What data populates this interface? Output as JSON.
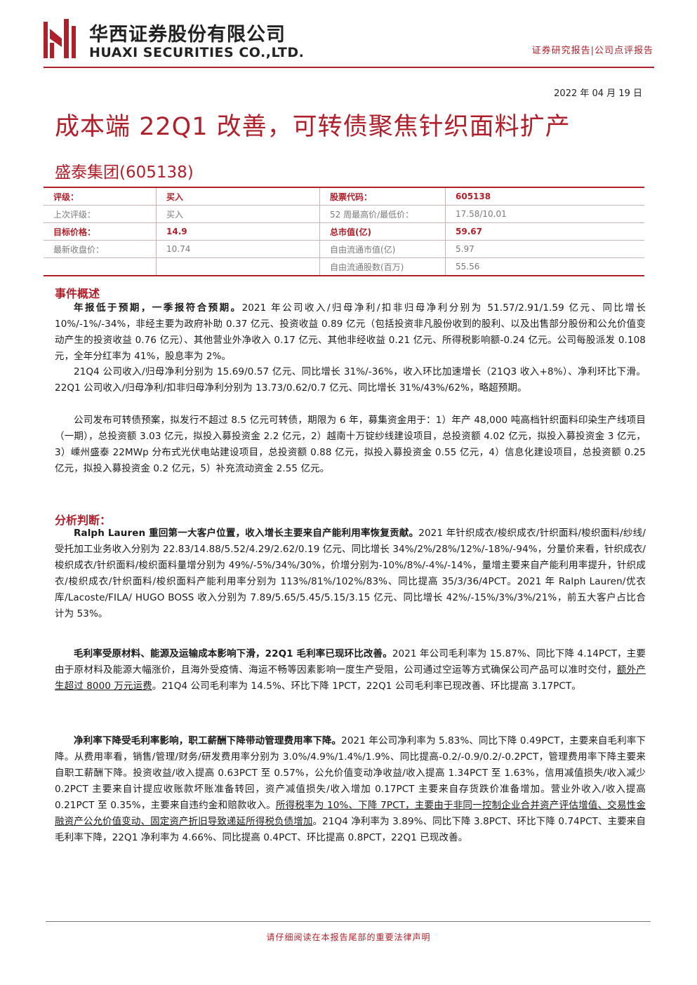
{
  "header": {
    "company_cn": "华西证券股份有限公司",
    "company_en": "HUAXI SECURITIES CO.,LTD.",
    "report_type": "证券研究报告|公司点评报告",
    "brand_color": "#b0202a",
    "logo_icon": "huaxi-logo-icon"
  },
  "report": {
    "date": "2022 年 04 月 19 日",
    "title": "成本端 22Q1 改善，可转债聚焦针织面料扩产",
    "stock_name": "盛泰集团(605138)"
  },
  "info_table": {
    "rows": [
      [
        "评级：",
        "买入",
        "股票代码：",
        "605138"
      ],
      [
        "上次评级：",
        "买入",
        "52 周最高价/最低价：",
        "17.58/10.01"
      ],
      [
        "目标价格：",
        "14.9",
        "总市值(亿)",
        "59.67"
      ],
      [
        "最新收盘价：",
        "10.74",
        "自由流通市值(亿)",
        "5.97"
      ],
      [
        "",
        "",
        "自由流通股数(百万)",
        "55.56"
      ]
    ]
  },
  "sections": {
    "event_heading": "事件概述",
    "analysis_heading": "分析判断："
  },
  "paragraphs": {
    "p1_bold": "年报低于预期，一季报符合预期。",
    "p1_text": "2021 年公司收入/归母净利/扣非归母净利分别为 51.57/2.91/1.59 亿元、同比增长 10%/-1%/-34%，非经主要为政府补助 0.37 亿元、投资收益 0.89 亿元（包括投资非凡股份收到的股利、以及出售部分股份和公允价值变动产生的投资收益 0.76 亿元）、其他营业外净收入 0.17 亿元、其他非经收益 0.21 亿元、所得税影响额-0.24 亿元。公司每股派发 0.108 元，全年分红率为 41%，股息率为 2%。",
    "p2_text": "21Q4 公司收入/归母净利分别为 15.69/0.57 亿元、同比增长 31%/-36%，收入环比加速增长（21Q3 收入+8%）、净利环比下滑。22Q1 公司收入/归母净利/扣非归母净利分别为 13.73/0.62/0.7 亿元、同比增长 31%/43%/62%，略超预期。",
    "p3_text": "公司发布可转债预案，拟发行不超过 8.5 亿元可转债，期限为 6 年，募集资金用于：1）年产 48,000 吨高档针织面料印染生产线项目（一期），总投资额 3.03 亿元，拟投入募投资金 2.2 亿元，2）越南十万锭纱线建设项目，总投资额 4.02 亿元，拟投入募投资金 3 亿元，3）嵊州盛泰 22MWp 分布式光伏电站建设项目，总投资额 0.88 亿元，拟投入募投资金 0.55 亿元，4）信息化建设项目，总投资额 0.25 亿元，拟投入募投资金 0.2 亿元，5）补充流动资金 2.55 亿元。",
    "p4_bold": "Ralph Lauren 重回第一大客户位置，收入增长主要来自产能利用率恢复贡献。",
    "p4_text": "2021 年针织成衣/梭织成衣/针织面料/梭织面料/纱线/受托加工业务收入分别为 22.83/14.88/5.52/4.29/2.62/0.19 亿元、同比增长 34%/2%/28%/12%/-18%/-94%，分量价来看，针织成衣/梭织成衣/针织面料/梭织面料量增分别为 49%/-5%/34%/30%，价增分别为-10%/8%/-4%/-14%，量增主要来自产能利用率提升，针织成衣/梭织成衣/针织面料/梭织面料产能利用率分别为 113%/81%/102%/83%、同比提高 35/3/36/4PCT。2021 年 Ralph Lauren/优衣库/Lacoste/FILA/ HUGO BOSS 收入分别为 7.89/5.65/5.45/5.15/3.15 亿元、同比增长 42%/-15%/3%/3%/21%，前五大客户占比合计为 53%。",
    "p5_bold": "毛利率受原材料、能源及运输成本影响下滑，22Q1 毛利率已现环比改善。",
    "p5_text_a": "2021 年公司毛利率为 15.87%、同比下降 4.14PCT，主要由于原材料及能源大幅涨价，且海外受疫情、海运不畅等因素影响一度生产受阻，公司通过空运等方式确保公司产品可以准时交付，",
    "p5_underline": "额外产生超过 8000 万元运费",
    "p5_text_b": "。21Q4 公司毛利率为 14.5%、环比下降 1PCT，22Q1 公司毛利率已现改善、环比提高 3.17PCT。",
    "p6_bold": "净利率下降受毛利率影响，职工薪酬下降带动管理费用率下降。",
    "p6_text_a": "2021 年公司净利率为 5.83%、同比下降 0.49PCT，主要来自毛利率下降。从费用率看，销售/管理/财务/研发费用率分别为 3.0%/4.9%/1.4%/1.9%、同比提高-0.2/-0.9/0.2/-0.2PCT，管理费用率下降主要来自职工薪酬下降。投资收益/收入提高 0.63PCT 至 0.57%，公允价值变动净收益/收入提高 1.34PCT 至 1.63%，信用减值损失/收入减少 0.2PCT 主要来自计提应收账款坏账准备转回，资产减值损失/收入增加 0.17PCT 主要来自存货跌价准备增加。营业外收入/收入提高 0.21PCT 至 0.35%，主要来自违约金和赔款收入。",
    "p6_underline": "所得税率为 10%、下降 7PCT，主要由于非同一控制企业合并资产评估增值、交易性金融资产公允价值变动、固定资产折旧导致递延所得税负债增加",
    "p6_text_b": "。21Q4 净利率为 3.89%、同比下降 3.8PCT、环比下降 0.74PCT、主要来自毛利率下降，22Q1 净利率为 4.66%、同比提高 0.4PCT、环比提高 0.8PCT，22Q1 已现改善。"
  },
  "footer": {
    "note": "请仔细阅读在本报告尾部的重要法律声明"
  }
}
